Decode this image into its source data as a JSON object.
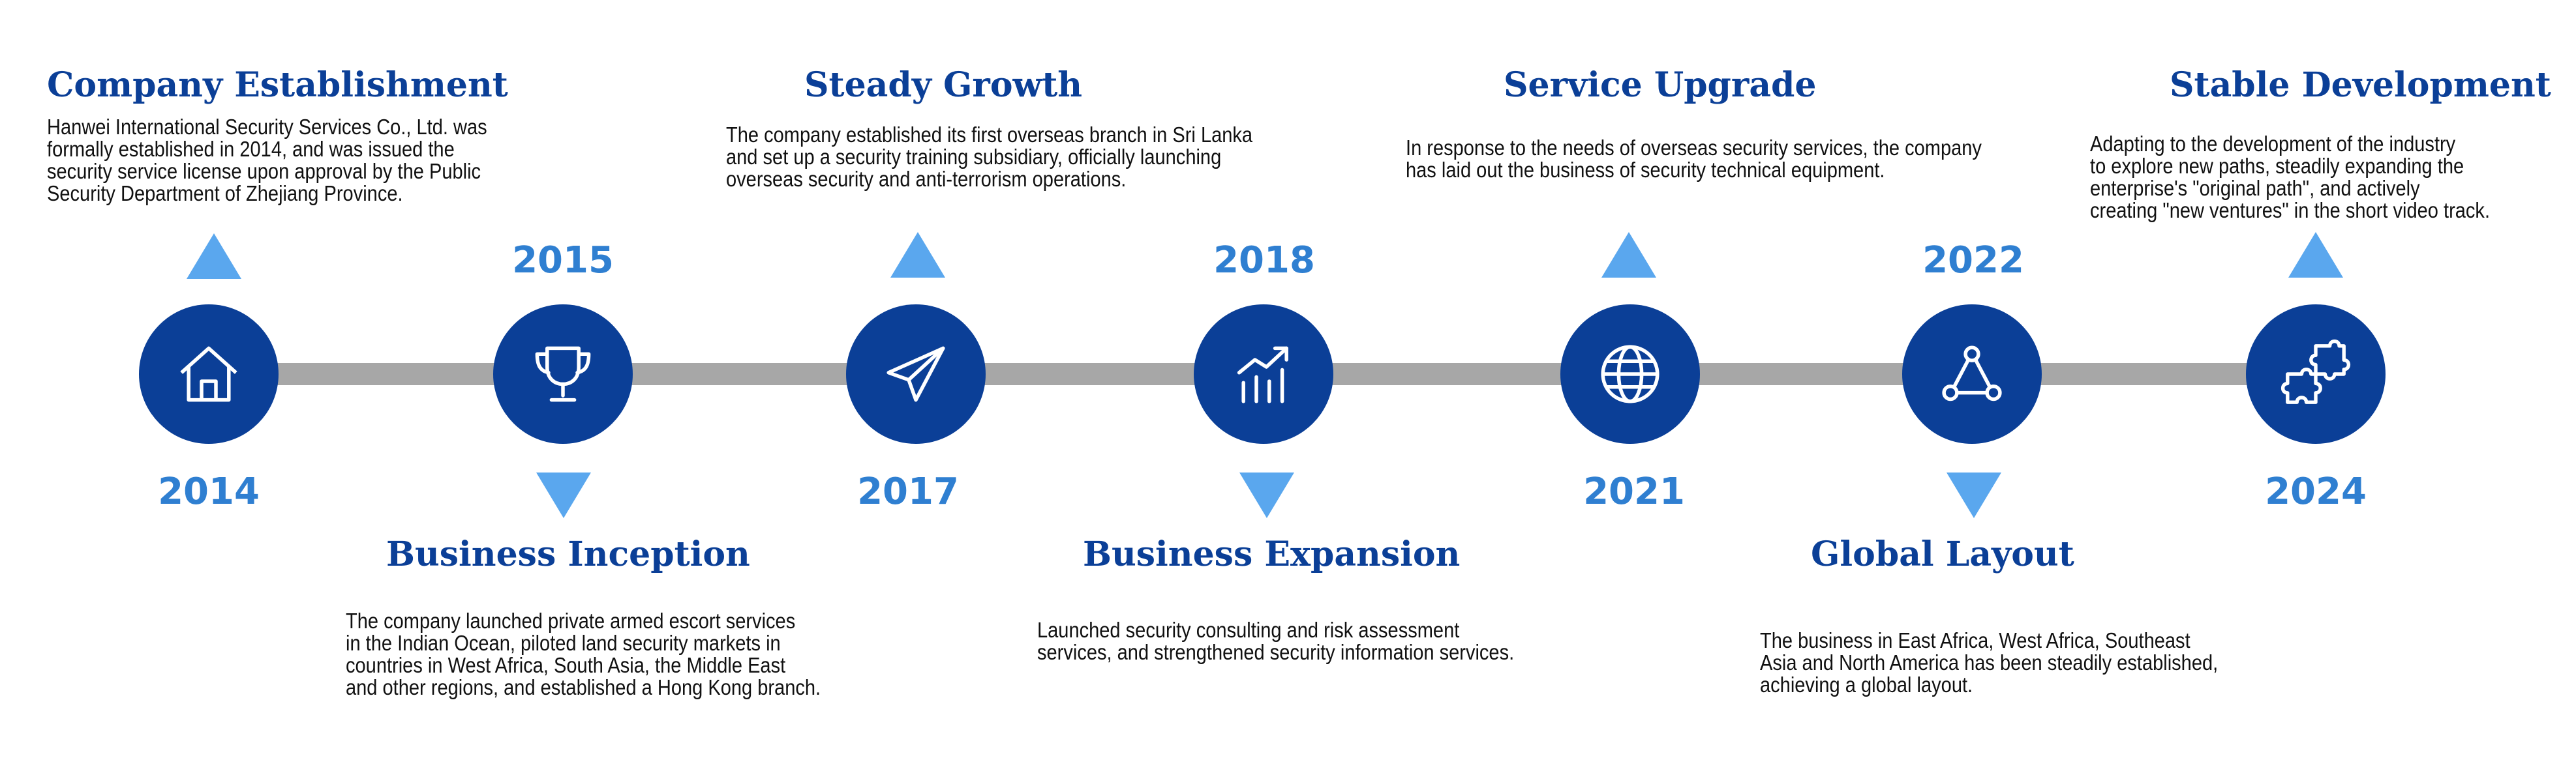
{
  "accent": "#0b3f97",
  "year_color": "#2f7fd1",
  "triangle_color": "#5aa7ee",
  "line_color": "#a7a7a7",
  "milestones": [
    {
      "title": "Company Establishment",
      "year": "2014",
      "icon": "house-icon",
      "description": "Hanwei International Security Services Co., Ltd. was\nformally established in 2014, and was issued the\nsecurity service license upon approval by the Public\nSecurity Department of Zhejiang Province."
    },
    {
      "title": "Business Inception",
      "year": "2015",
      "icon": "trophy-icon",
      "description": "The company launched private armed escort services\n in the Indian Ocean, piloted land security markets in\ncountries in West Africa, South Asia, the Middle East\nand other regions, and established a Hong Kong branch."
    },
    {
      "title": "Steady Growth",
      "year": "2017",
      "icon": "paper-plane-icon",
      "description": "The company established its first overseas branch in Sri Lanka\nand set up a security training subsidiary, officially launching\noverseas security and anti-terrorism operations."
    },
    {
      "title": "Business Expansion",
      "year": "2018",
      "icon": "growth-chart-icon",
      "description": "Launched security consulting and risk assessment\nservices, and strengthened security information services."
    },
    {
      "title": "Service Upgrade",
      "year": "2021",
      "icon": "globe-icon",
      "description": "In response to the needs of overseas security services, the company\nhas laid out the business of security technical equipment."
    },
    {
      "title": "Global Layout",
      "year": "2022",
      "icon": "network-triangle-icon",
      "description": "The business in East Africa, West Africa, Southeast\nAsia and North America has been steadily established,\n achieving a global layout."
    },
    {
      "title": "Stable Development",
      "year": "2024",
      "icon": "puzzle-icon",
      "description": "Adapting to the development of the industry\nto explore new paths, steadily expanding the\nenterprise's \"original path\", and actively\ncreating \"new ventures\" in the short video track."
    }
  ]
}
